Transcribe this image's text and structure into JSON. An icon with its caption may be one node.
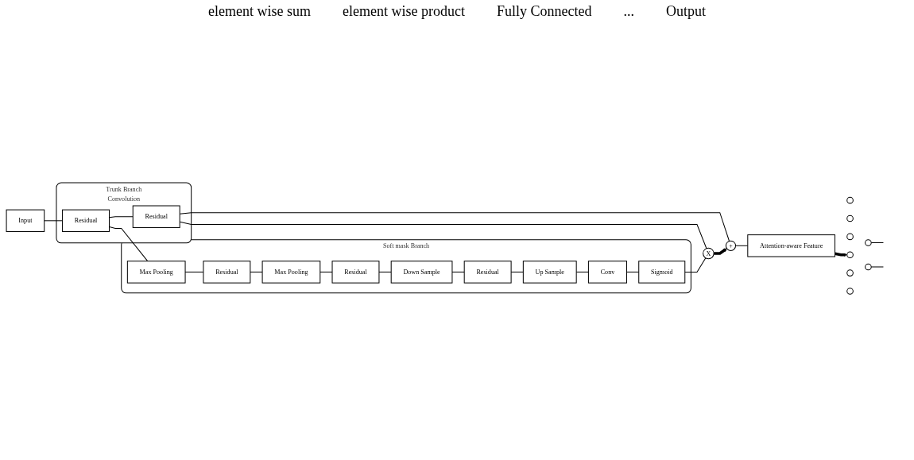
{
  "diagram": {
    "nodes": [
      {
        "text": [
          "Input"
        ]
      },
      {
        "text": [
          "Trunk Branch",
          "Convolution"
        ]
      },
      {
        "text": [
          "Residual"
        ],
        "in": 1
      },
      {
        "text": [
          "Residual"
        ],
        "in": 1
      },
      {
        "text": [
          "+"
        ]
      },
      {
        "text": [
          "X"
        ]
      },
      {
        "text": [
          "Attention-aware Feature"
        ]
      },
      {
        "text": [],
        "shape": "circle"
      },
      {
        "text": [],
        "shape": "circle"
      },
      {
        "text": [],
        "shape": "circle"
      },
      {
        "text": [],
        "shape": "circle"
      },
      {
        "text": [],
        "shape": "circle"
      },
      {
        "text": [],
        "shape": "circle"
      },
      {
        "text": [],
        "shape": "circle"
      },
      {
        "text": [],
        "shape": "circle"
      },
      {
        "text": [
          "Soft mask Branch"
        ]
      },
      {
        "text": [
          "Max Pooling"
        ],
        "in": 15
      },
      {
        "text": [
          "Residual"
        ],
        "in": 15
      },
      {
        "text": [
          "Max Pooling"
        ],
        "in": 15
      },
      {
        "text": [
          "Residual"
        ],
        "in": 15
      },
      {
        "text": [
          "Down Sample"
        ],
        "in": 15
      },
      {
        "text": [
          "Residual"
        ],
        "in": 15
      },
      {
        "text": [
          "Up Sample"
        ],
        "in": 15
      },
      {
        "text": [
          "Conv"
        ],
        "in": 15
      },
      {
        "text": [
          "Sigmoid"
        ],
        "in": 15
      }
    ],
    "edges": [
      {
        "from": 0,
        "to": 2,
        "arrow": "none"
      },
      {
        "from": 2,
        "to": 3,
        "arrow": "none"
      },
      {
        "from": 3,
        "to": 4,
        "arrow": "none"
      },
      {
        "from": 3,
        "to": 5,
        "arrow": "none"
      },
      {
        "from": 5,
        "to": 4,
        "arrow": "to",
        "style": "thick"
      },
      {
        "from": 4,
        "to": 6,
        "arrow": "none"
      },
      {
        "from": 6,
        "to": 10,
        "arrow": "to",
        "style": "thick"
      },
      {
        "from": 13,
        "to": null,
        "arrow": "none"
      },
      {
        "from": 14,
        "to": null,
        "arrow": "none"
      },
      {
        "from": 2,
        "to": 16,
        "arrow": "none"
      },
      {
        "from": 16,
        "to": 17,
        "arrow": "none"
      },
      {
        "from": 17,
        "to": 18,
        "arrow": "none"
      },
      {
        "from": 18,
        "to": 19,
        "arrow": "none"
      },
      {
        "from": 19,
        "to": 20,
        "arrow": "none"
      },
      {
        "from": 20,
        "to": 21,
        "arrow": "none"
      },
      {
        "from": 21,
        "to": 22,
        "arrow": "none"
      },
      {
        "from": 22,
        "to": 23,
        "arrow": "none"
      },
      {
        "from": 23,
        "to": 24,
        "arrow": "none"
      },
      {
        "from": 24,
        "to": 5,
        "arrow": "none"
      }
    ],
    "labels": [
      "element wise sum",
      "element wise product",
      "Fully Connected",
      "...",
      "Output"
    ]
  }
}
